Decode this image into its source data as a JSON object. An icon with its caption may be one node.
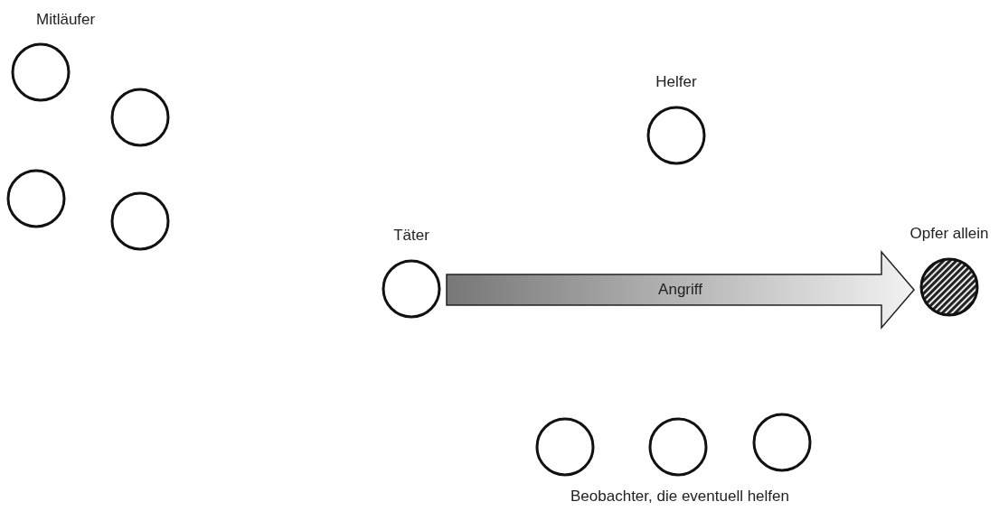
{
  "diagram": {
    "nodes": [
      {
        "text": [],
        "shape": "circle"
      },
      {
        "text": [],
        "shape": "circle"
      },
      {
        "text": [],
        "shape": "circle"
      },
      {
        "text": [],
        "shape": "circle"
      },
      {
        "text": [
          "Helfer"
        ]
      },
      {
        "text": [
          "Täter"
        ]
      },
      {
        "text": [
          "Opfer allein"
        ]
      },
      {
        "text": [],
        "shape": "circle"
      },
      {
        "text": [],
        "shape": "circle"
      },
      {
        "text": [],
        "shape": "circle"
      }
    ],
    "edges": [
      {
        "from": 5,
        "to": 6,
        "arrow": "to",
        "label": "Angriff"
      }
    ],
    "labels": [
      "Mitläufer",
      "Beobachter, die eventuell helfen"
    ]
  }
}
